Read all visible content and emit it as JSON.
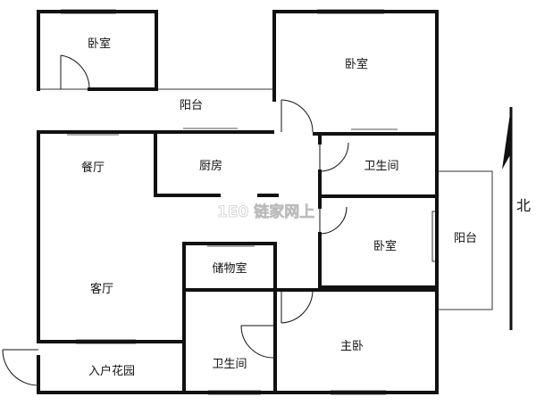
{
  "rooms": {
    "bedroom_nw": "卧室",
    "balcony_north": "阳台",
    "bedroom_ne": "卧室",
    "dining": "餐厅",
    "kitchen": "厨房",
    "bathroom_east": "卫生间",
    "bedroom_east": "卧室",
    "balcony_east": "阳台",
    "storage": "储物室",
    "living": "客厅",
    "master_bedroom": "主卧",
    "bathroom_south": "卫生间",
    "entry_garden": "入户花园"
  },
  "compass": {
    "north_label": "北"
  },
  "watermark": "1E0 链家网上"
}
